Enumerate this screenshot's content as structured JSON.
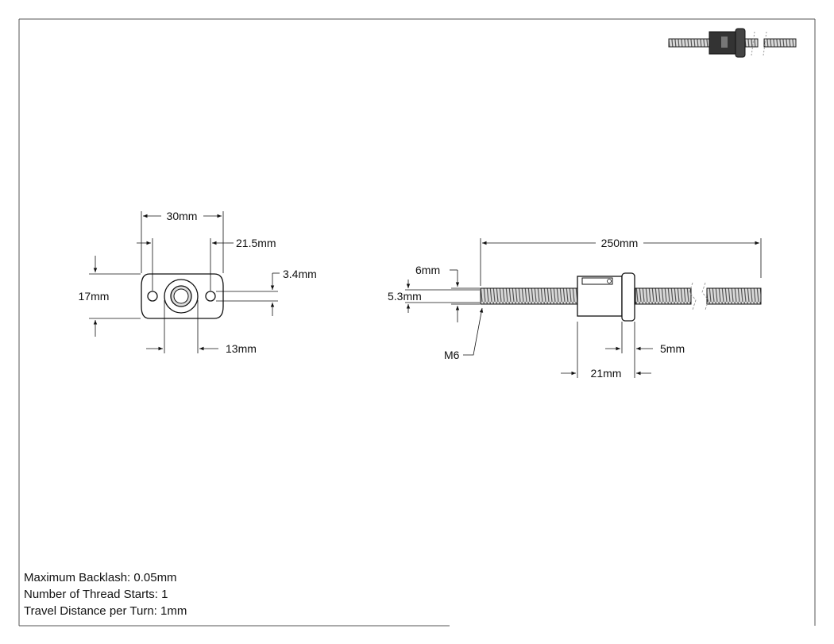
{
  "front_view": {
    "width": "30mm",
    "hole_spacing": "21.5mm",
    "height": "17mm",
    "hole_diameter": "3.4mm",
    "boss_diameter": "13mm"
  },
  "side_view": {
    "length": "250mm",
    "flange_to_shaft": "6mm",
    "shaft_diameter": "5.3mm",
    "thread": "M6",
    "nut_length": "21mm",
    "flange_thickness": "5mm"
  },
  "notes": {
    "backlash": "Maximum Backlash: 0.05mm",
    "thread_starts": "Number of Thread Starts: 1",
    "travel": "Travel Distance per Turn: 1mm"
  }
}
